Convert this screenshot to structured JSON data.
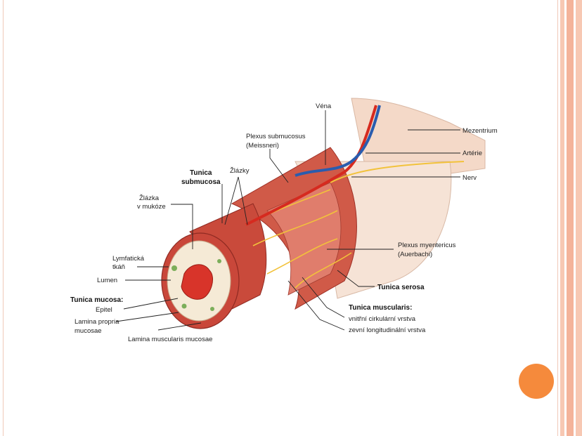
{
  "colors": {
    "muscle": "#c9473a",
    "muscle_light": "#e1776a",
    "mucosa": "#f5ead6",
    "nerve": "#f2c23b",
    "artery": "#d62a1f",
    "vein": "#2a5cae",
    "mesentery": "#f4d9c8",
    "accent_dot": "#f58a3c"
  },
  "labels": {
    "vena": "Véna",
    "mezentrium": "Mezentrium",
    "arterie": "Artérie",
    "nerv": "Nerv",
    "plexus_submucosus_1": "Plexus submucosus",
    "plexus_submucosus_2": "(Meissneri)",
    "zlazky": "Žlázky",
    "tunica_submucosa_1": "Tunica",
    "tunica_submucosa_2": "submucosa",
    "zlazka_1": "Žlázka",
    "zlazka_2": "v mukóze",
    "lymf_1": "Lymfatická",
    "lymf_2": "tkáň",
    "lumen": "Lumen",
    "tunica_mucosa": "Tunica mucosa:",
    "epitel": "Epitel",
    "lamina_propria_1": "Lamina propria",
    "lamina_propria_2": "mucosae",
    "lamina_muscularis": "Lamina muscularis mucosae",
    "plexus_myentericus_1": "Plexus myentericus",
    "plexus_myentericus_2": "(Auerbachi)",
    "tunica_serosa": "Tunica serosa",
    "tunica_muscularis": "Tunica muscularis:",
    "vnitrni": "vnitřní cirkulární vrstva",
    "zevni": "zevní longitudinální vrstva"
  }
}
